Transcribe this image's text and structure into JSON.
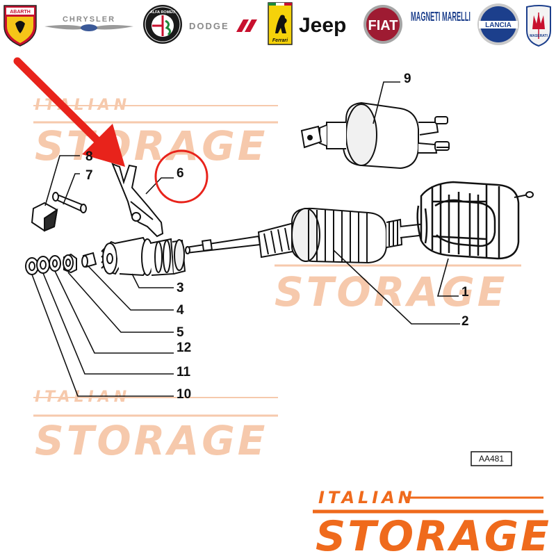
{
  "colors": {
    "accent": "#e8231b",
    "brand_orange": "#ef6a1c",
    "watermark": "#f6c9ac"
  },
  "logos": [
    {
      "name": "abarth-logo",
      "text": "ABARTH"
    },
    {
      "name": "chrysler-logo",
      "text": "CHRYSLER"
    },
    {
      "name": "alfa-romeo-logo",
      "text": "ALFA ROMEO"
    },
    {
      "name": "dodge-logo",
      "text": "DODGE"
    },
    {
      "name": "ferrari-logo",
      "text": "Ferrari"
    },
    {
      "name": "jeep-logo",
      "text": "Jeep"
    },
    {
      "name": "fiat-logo",
      "text": "FIAT"
    },
    {
      "name": "magneti-marelli-logo",
      "text": "MAGNETI MARELLI"
    },
    {
      "name": "lancia-logo",
      "text": "LANCIA"
    },
    {
      "name": "maserati-logo",
      "text": "MASERATI"
    }
  ],
  "callouts": {
    "c1": "1",
    "c2": "2",
    "c3": "3",
    "c4": "4",
    "c5": "5",
    "c6": "6",
    "c7": "7",
    "c8": "8",
    "c9": "9",
    "c10": "10",
    "c11": "11",
    "c12": "12"
  },
  "reference_code": "AA481",
  "watermark": {
    "line1": "ITALIAN",
    "line2": "STORAGE"
  },
  "brand": {
    "line1": "ITALIAN",
    "line2": "STORAGE"
  }
}
